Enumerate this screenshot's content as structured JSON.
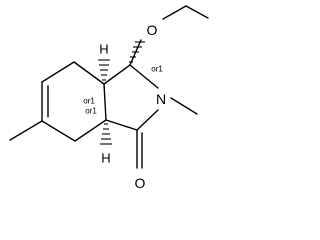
{
  "atoms": {
    "oxygen_ether": "O",
    "nitrogen": "N",
    "oxygen_carbonyl": "O",
    "hydrogen_top": "H",
    "hydrogen_bottom": "H"
  },
  "stereo_labels": {
    "c1": "or1",
    "c3a": "or1",
    "c7a": "or1"
  }
}
